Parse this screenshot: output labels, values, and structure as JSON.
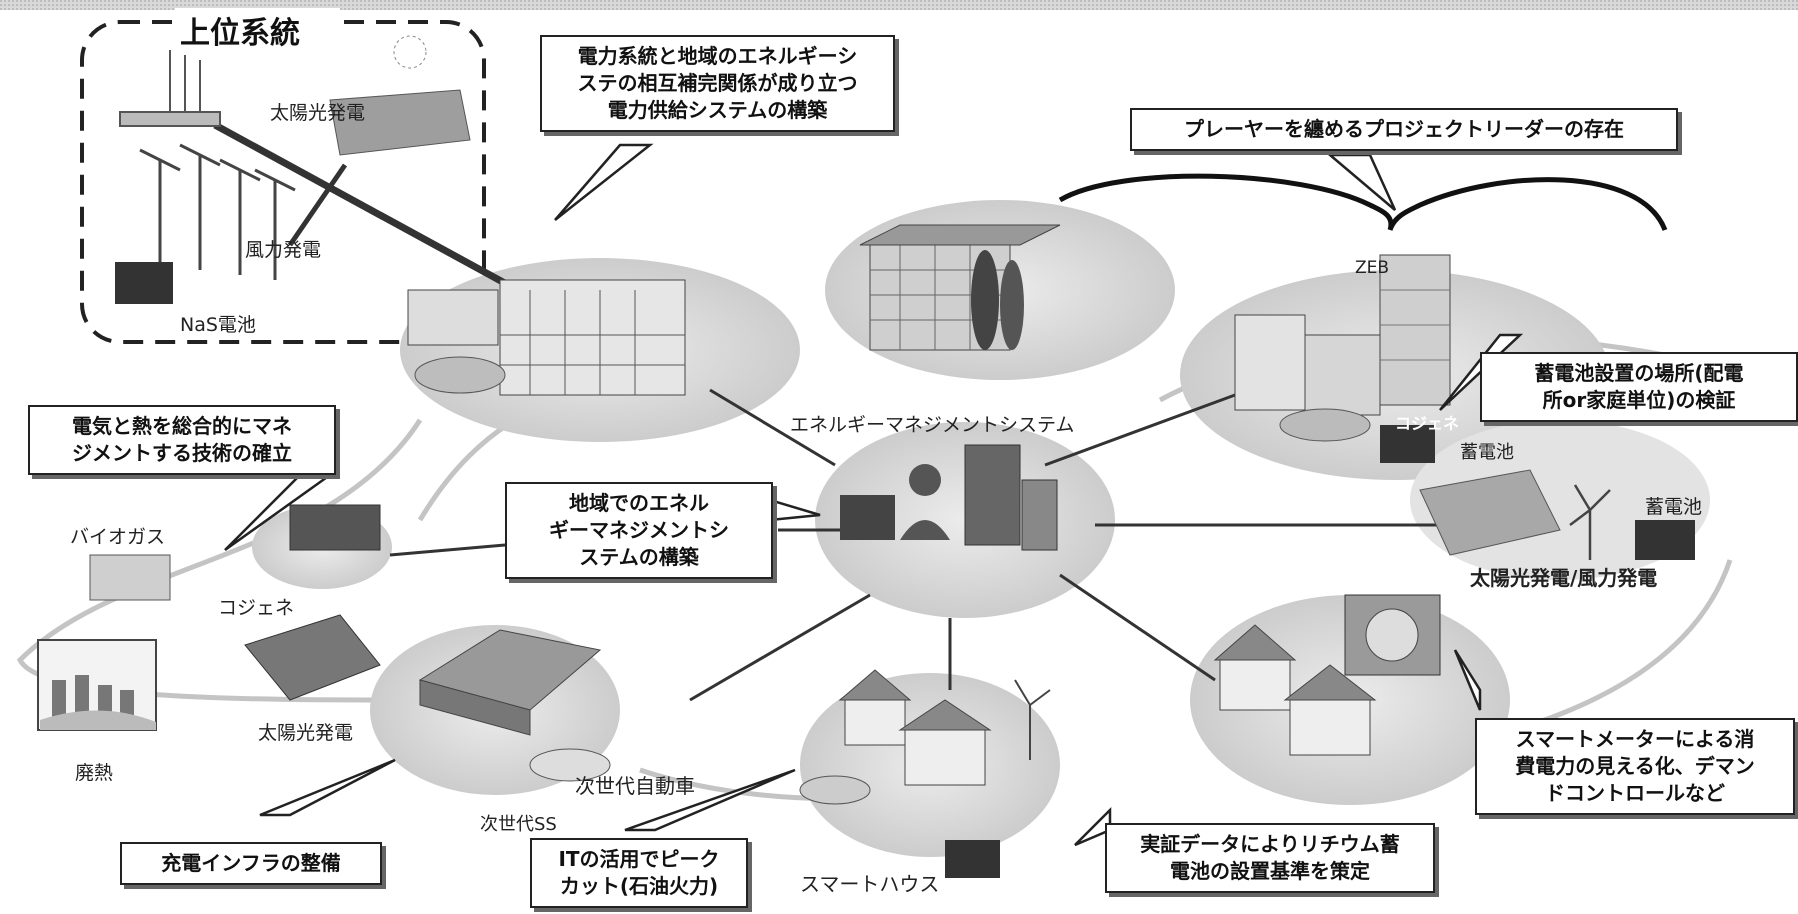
{
  "upper_system": {
    "title": "上位系統",
    "solar": "太陽光発電",
    "wind": "風力発電",
    "nas": "NaS電池"
  },
  "center": {
    "ems": "エネルギーマネジメントシステム"
  },
  "nodes": {
    "zeb": "ZEB",
    "cogen_right": "コジェネ",
    "storage_right_small": "蓄電池",
    "storage_right": "蓄電池",
    "solar_wind_right": "太陽光発電/風力発電",
    "biogas": "バイオガス",
    "cogen_left": "コジェネ",
    "solar_left": "太陽光発電",
    "waste_heat": "廃熱",
    "next_car": "次世代自動車",
    "next_ss": "次世代SS",
    "smart_house": "スマートハウス"
  },
  "callouts": {
    "grid_complement": "電力系統と地域のエネルギーシ\nステの相互補完関係が成り立つ\n電力供給システムの構築",
    "project_leader": "プレーヤーを纏めるプロジェクトリーダーの存在",
    "storage_location": "蓄電池設置の場所(配電\n所or家庭単位)の検証",
    "elec_heat": "電気と熱を総合的にマネ\nジメントする技術の確立",
    "regional_ems": "地域でのエネル\nギーマネジメントシ\nステムの構築",
    "smart_meter": "スマートメーターによる消\n費電力の見える化、デマン\nドコントロールなど",
    "charging": "充電インフラの整備",
    "it_peak": "ITの活用でピーク\nカット(石油火力)",
    "lithium": "実証データによりリチウム蓄\n電池の設置基準を策定"
  },
  "colors": {
    "ellipse": "#d8d8d8",
    "line": "#333333",
    "callout_border": "#222222"
  }
}
